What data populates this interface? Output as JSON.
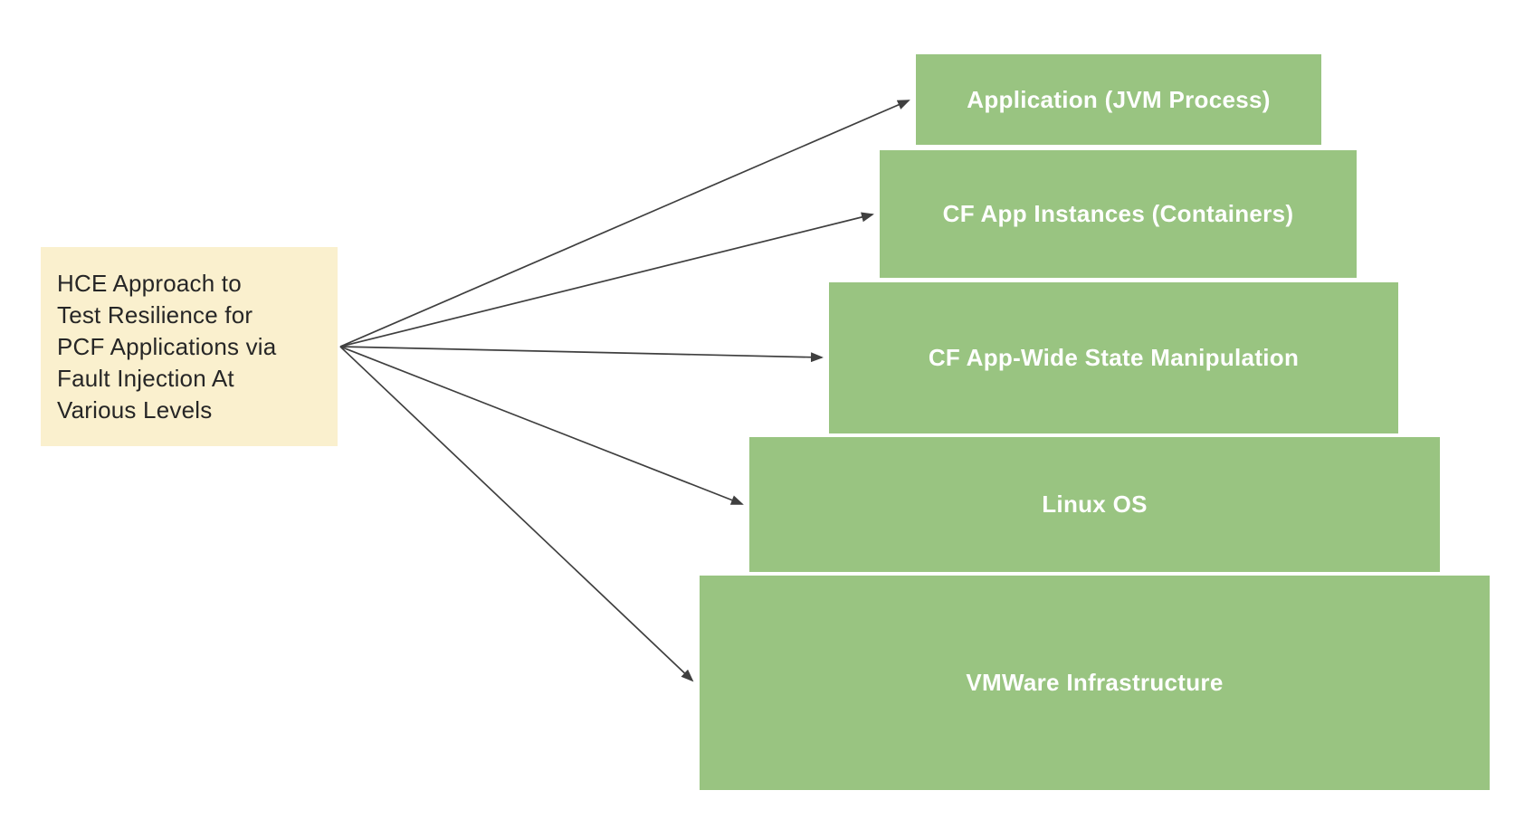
{
  "diagram": {
    "source_note": {
      "text": "HCE Approach to\nTest Resilience for\nPCF Applications via\nFault Injection At\nVarious Levels",
      "bg_color": "#FAF0CE",
      "text_color": "#262626"
    },
    "levels": [
      {
        "label": "Application (JVM Process)"
      },
      {
        "label": "CF App Instances (Containers)"
      },
      {
        "label": "CF App-Wide State Manipulation"
      },
      {
        "label": "Linux OS"
      },
      {
        "label": "VMWare Infrastructure"
      }
    ],
    "colors": {
      "level_bg": "#99C481",
      "level_text": "#FFFFFF",
      "arrow": "#3F3F3F",
      "background": "#FFFFFF"
    }
  }
}
